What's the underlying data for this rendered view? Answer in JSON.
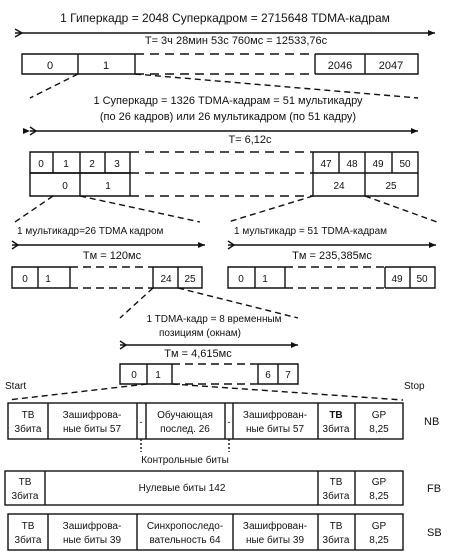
{
  "hyperframe": {
    "title": "1 Гиперкадр = 2048 Суперкадром = 2715648 TDMA-кадрам",
    "duration": "T= 3ч 28мин 53с 760мс = 12533,76с",
    "cells": [
      "0",
      "1",
      "2046",
      "2047"
    ]
  },
  "superframe": {
    "title_line1": "1 Суперкадр = 1326 TDMA-кадрам = 51 мультикадру",
    "title_line2": "(по 26 кадров) или 26 мультикадром (по 51 кадру)",
    "duration": "T= 6,12c",
    "top_cells": [
      "0",
      "1",
      "2",
      "3",
      "47",
      "48",
      "49",
      "50"
    ],
    "bottom_cells": [
      "0",
      "1",
      "24",
      "25"
    ]
  },
  "multiframe26": {
    "title": "1 мультикадр=26 TDMA кадром",
    "duration": "Tм = 120мс",
    "cells": [
      "0",
      "1",
      "24",
      "25"
    ]
  },
  "multiframe51": {
    "title": "1 мультикадр = 51 TDMA-кадрам",
    "duration": "Tм = 235,385мс",
    "cells": [
      "0",
      "1",
      "49",
      "50"
    ]
  },
  "tdma": {
    "title_line1": "1 TDMA-кадр = 8 временным",
    "title_line2": "позициям (окнам)",
    "duration": "Tм = 4,615мс",
    "cells": [
      "0",
      "1",
      "6",
      "7"
    ]
  },
  "markers": {
    "start": "Start",
    "stop": "Stop"
  },
  "bursts": {
    "nb": {
      "label": "NB",
      "cells": [
        [
          "TB",
          "3бита"
        ],
        [
          "Зашифрова-",
          "ные биты 57"
        ],
        [
          "-"
        ],
        [
          "Обучающая",
          "послед. 26"
        ],
        [
          "-"
        ],
        [
          "Зашифрован-",
          "ные биты 57"
        ],
        [
          "TB",
          "3бита"
        ],
        [
          "GP",
          "8,25"
        ]
      ],
      "control_bits": "Контрольные биты"
    },
    "fb": {
      "label": "FB",
      "cells": [
        [
          "TB",
          "3бита"
        ],
        [
          "Нулевые биты 142"
        ],
        [
          "TB",
          "3бита"
        ],
        [
          "GP",
          "8,25"
        ]
      ]
    },
    "sb": {
      "label": "SB",
      "cells": [
        [
          "TB",
          "3бита"
        ],
        [
          "Зашифрова-",
          "ные биты 39"
        ],
        [
          "Синхропоследо-",
          "вательность 64"
        ],
        [
          "Зашифрован-",
          "ные биты 39"
        ],
        [
          "TB",
          "3бита"
        ],
        [
          "GP",
          "8,25"
        ]
      ]
    }
  }
}
